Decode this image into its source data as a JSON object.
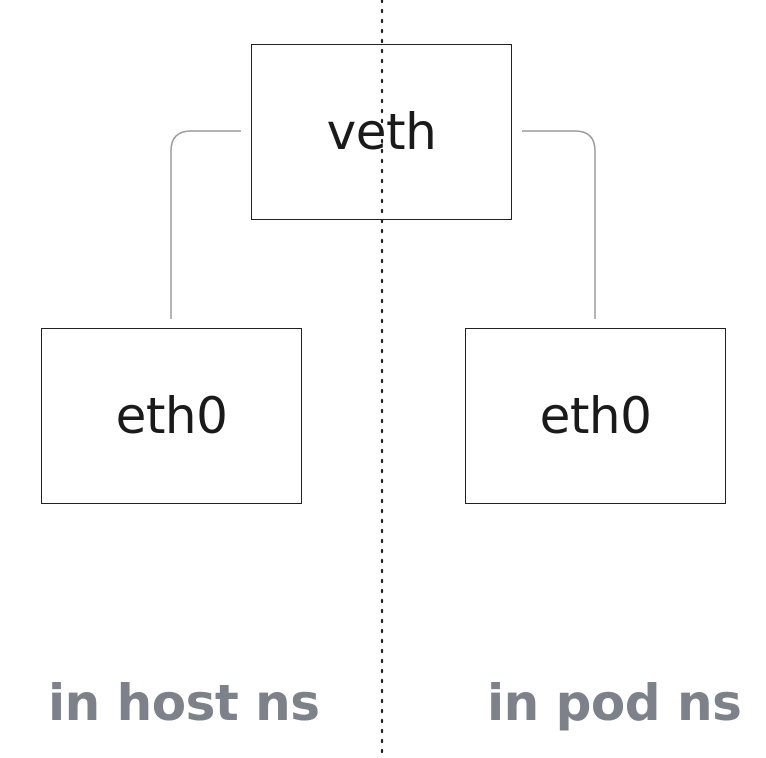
{
  "diagram": {
    "top_node": {
      "label": "veth"
    },
    "left_node": {
      "label": "eth0"
    },
    "right_node": {
      "label": "eth0"
    },
    "left_namespace": {
      "label": "in host ns"
    },
    "right_namespace": {
      "label": "in pod ns"
    },
    "colors": {
      "box_border": "#222222",
      "connector": "#9a9a9a",
      "divider": "#222222",
      "namespace_text": "#7d8189"
    }
  }
}
